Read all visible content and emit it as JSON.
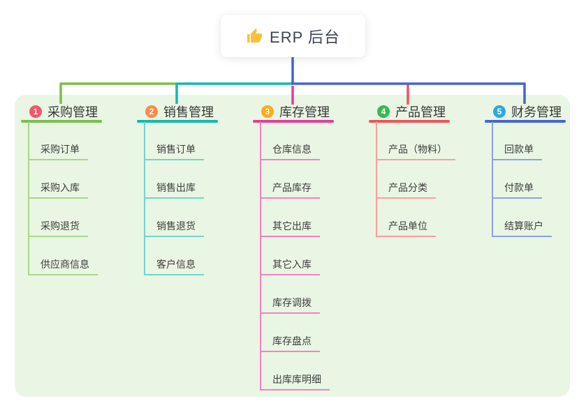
{
  "root": {
    "label": "ERP 后台",
    "icon": "thumbs-up-icon"
  },
  "branches": [
    {
      "index": "1",
      "label": "采购管理",
      "badge_color": "#f2566a",
      "line_color": "#7cbe4f",
      "child_line_color": "#a9d78b",
      "children": [
        "采购订单",
        "采购入库",
        "采购退货",
        "供应商信息"
      ]
    },
    {
      "index": "2",
      "label": "销售管理",
      "badge_color": "#fb8b4c",
      "line_color": "#18b7ad",
      "child_line_color": "#74d4cd",
      "children": [
        "销售订单",
        "销售出库",
        "销售退货",
        "客户信息"
      ]
    },
    {
      "index": "3",
      "label": "库存管理",
      "badge_color": "#fcaa1e",
      "line_color": "#e43d9a",
      "child_line_color": "#f283c4",
      "children": [
        "仓库信息",
        "产品库存",
        "其它出库",
        "其它入库",
        "库存调拨",
        "库存盘点",
        "出库库明细"
      ]
    },
    {
      "index": "4",
      "label": "产品管理",
      "badge_color": "#38b854",
      "line_color": "#f0545c",
      "child_line_color": "#f99fa2",
      "children": [
        "产品（物料）",
        "产品分类",
        "产品单位"
      ]
    },
    {
      "index": "5",
      "label": "财务管理",
      "badge_color": "#31a7dd",
      "line_color": "#4463d6",
      "child_line_color": "#8ca1e4",
      "children": [
        "回款单",
        "付款单",
        "结算账户"
      ]
    }
  ],
  "colors": {
    "root_stem": "#4463d6",
    "panel_bg": "#e9f6e3",
    "card_bg": "#ffffff",
    "thumb_icon": "#f6c23c",
    "text": "#3d3d3d"
  }
}
